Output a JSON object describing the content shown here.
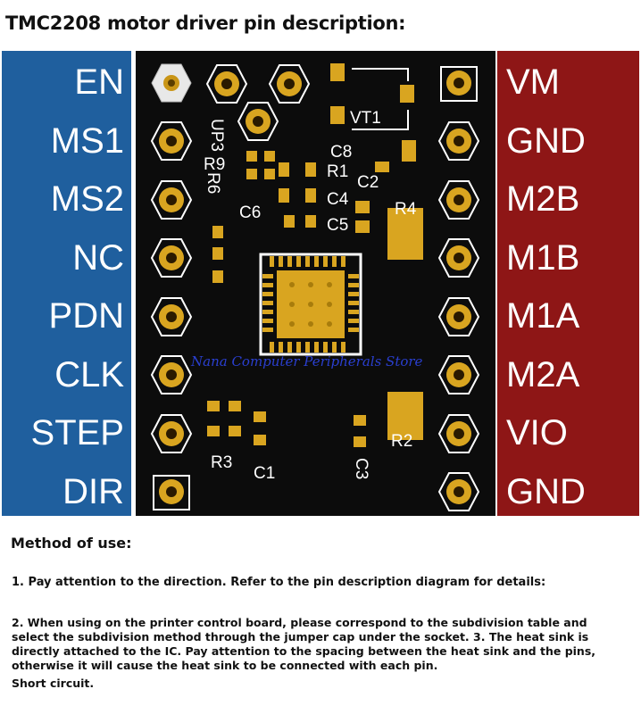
{
  "title": "TMC2208 motor driver pin description:",
  "left_pins": [
    "EN",
    "MS1",
    "MS2",
    "NC",
    "PDN",
    "CLK",
    "STEP",
    "DIR"
  ],
  "right_pins": [
    "VM",
    "GND",
    "M2B",
    "M1B",
    "M1A",
    "M2A",
    "VIO",
    "GND"
  ],
  "board_labels": {
    "vt1": "VT1",
    "up3": "UP3",
    "r9": "R9",
    "r6": "R6",
    "c8": "C8",
    "r1": "R1",
    "c4": "C4",
    "c2": "C2",
    "c6": "C6",
    "c5": "C5",
    "r4": "R4",
    "r2": "R2",
    "r3": "R3",
    "c1": "C1",
    "c3": "C3"
  },
  "watermark": "Nana Computer Peripherals Store",
  "method": {
    "heading": "Method of use:",
    "p1": "1. Pay attention to the direction. Refer to the pin description diagram for details:",
    "p2": "2. When using on the printer control board, please correspond to the subdivision table and select the subdivision method through the jumper cap under the socket. 3. The heat sink is directly attached to the IC. Pay attention to the spacing between the heat sink and the pins, otherwise it will cause the heat sink to be connected with each pin.",
    "p3": "Short circuit."
  },
  "colors": {
    "left_panel": "#1f5f9e",
    "right_panel": "#8e1616",
    "pcb": "#0c0c0c",
    "pad": "#d9a520"
  }
}
